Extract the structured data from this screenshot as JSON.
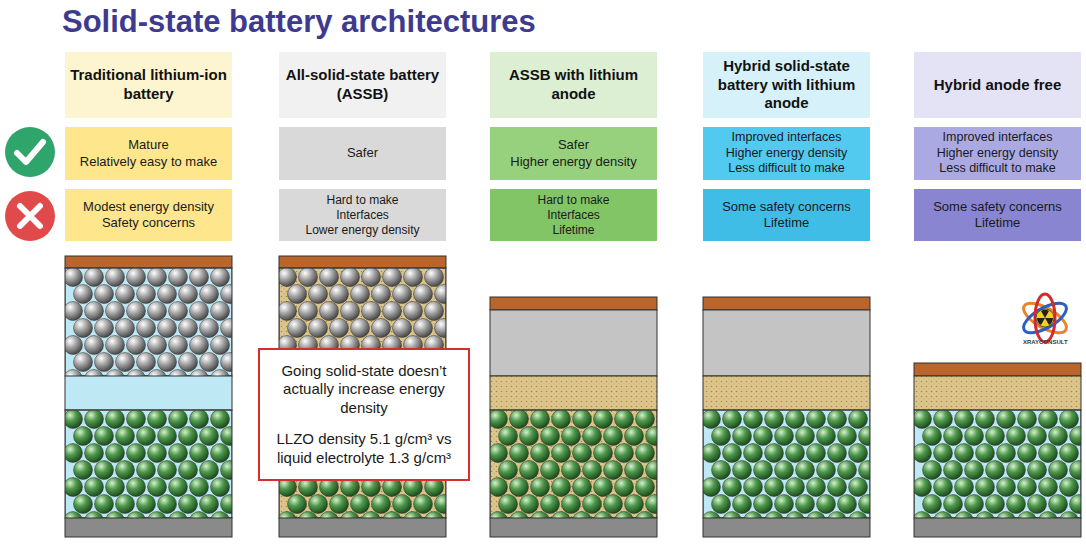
{
  "diagram": {
    "title": "Solid-state battery architectures",
    "nodes": [
      {
        "text": [
          "Traditional lithium-ion battery"
        ]
      },
      {
        "text": [
          "All-solid-state battery (ASSB)"
        ]
      },
      {
        "text": [
          "ASSB with lithium anode"
        ]
      },
      {
        "text": [
          "Hybrid solid-state battery with lithium anode"
        ]
      },
      {
        "text": [
          "Hybrid anode free"
        ]
      },
      {
        "text": [
          "Mature",
          "Relatively easy to make"
        ]
      },
      {
        "text": [
          "Safer"
        ]
      },
      {
        "text": [
          "Safer",
          "Higher energy density"
        ]
      },
      {
        "text": [
          "Improved interfaces",
          "Higher energy density",
          "Less difficult to make"
        ]
      },
      {
        "text": [
          "Improved interfaces",
          "Higher energy density",
          "Less difficult to make"
        ]
      },
      {
        "text": [
          "Modest energy density",
          "Safety concerns"
        ]
      },
      {
        "text": [
          "Hard to make",
          "Interfaces",
          "Lower energy density"
        ]
      },
      {
        "text": [
          "Hard to make",
          "Interfaces",
          "Lifetime"
        ]
      },
      {
        "text": [
          "Some safety concerns",
          "Lifetime"
        ]
      },
      {
        "text": [
          "Some safety concerns",
          "Lifetime"
        ]
      },
      {
        "text": [
          "Going solid-state doesn’t actually increase energy density",
          "LLZO density 5.1 g/cm³ vs liquid electrolyte 1.3 g/cm³"
        ]
      }
    ],
    "labels": [
      "XRAYCONSULT"
    ]
  }
}
